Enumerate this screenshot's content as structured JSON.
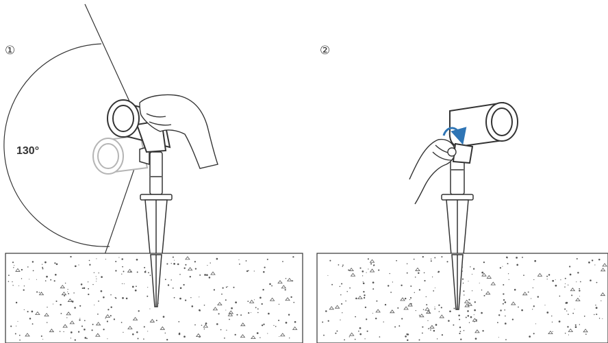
{
  "steps": [
    {
      "marker": "①"
    },
    {
      "marker": "②"
    }
  ],
  "angle_label": "130°",
  "colors": {
    "line": "#333333",
    "ghost": "#b5b5b5",
    "arrow": "#2f75b5",
    "ground_dots": "#555555"
  },
  "icons": {
    "step1": [
      "spotlight-icon",
      "hand-icon",
      "ground-stake-icon",
      "rotation-arc-icon"
    ],
    "step2": [
      "spotlight-icon",
      "hand-icon",
      "ground-stake-icon",
      "rotate-arrow-icon"
    ]
  }
}
